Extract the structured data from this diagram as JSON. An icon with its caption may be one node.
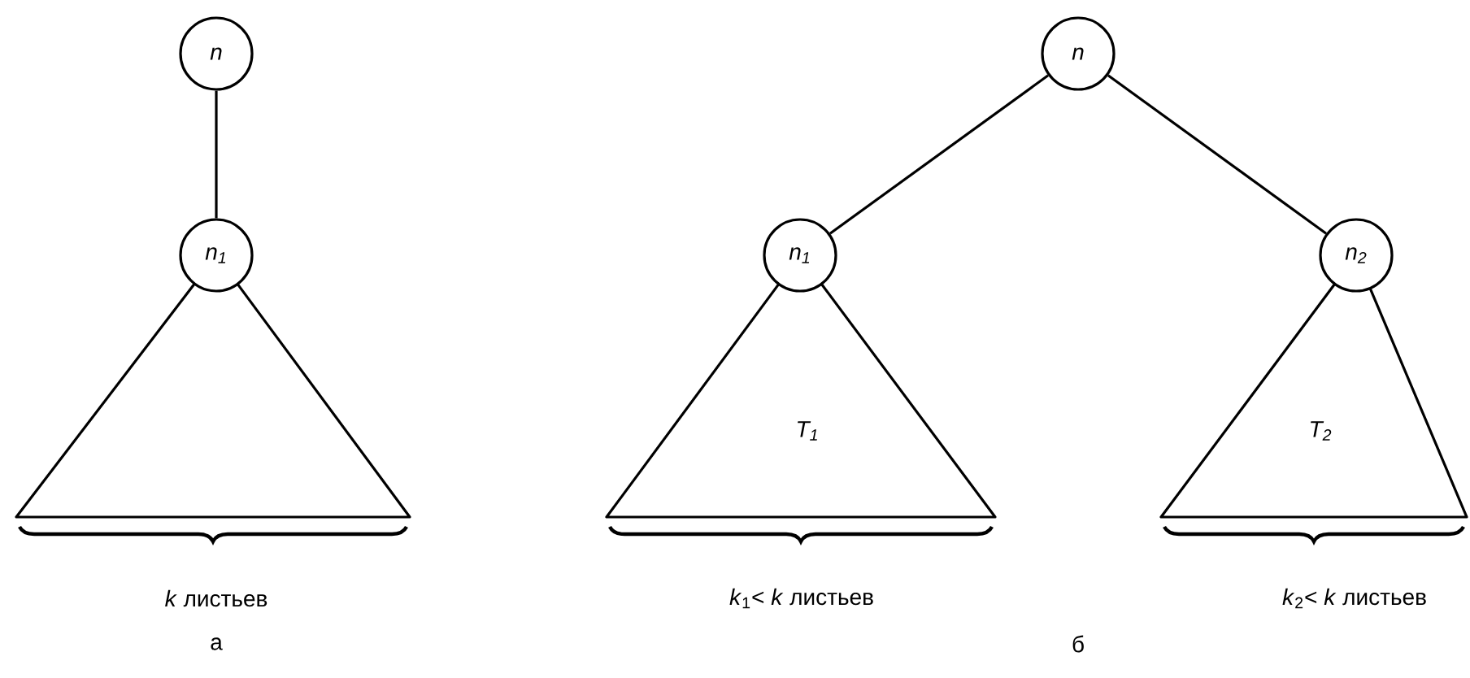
{
  "diagram": {
    "nodes": [
      {
        "text": [
          "n"
        ]
      },
      {
        "text": [
          "*n*$_{1}$"
        ]
      },
      {
        "text": [],
        "shape": "triangle"
      },
      {
        "text": [
          "n"
        ]
      },
      {
        "text": [
          "*n*$_{1}$"
        ]
      },
      {
        "text": [
          "*T*$_{1}$"
        ]
      },
      {
        "text": [
          "*n*$_{2}$"
        ]
      },
      {
        "text": [
          "*T*$_{2}$"
        ]
      }
    ],
    "edges": [
      {
        "from": 0,
        "to": 1,
        "arrow": "none"
      },
      {
        "from": 3,
        "to": 4,
        "arrow": "none"
      },
      {
        "from": 3,
        "to": 6,
        "arrow": "none"
      }
    ],
    "labels": [
      "*k* листьев",
      "а",
      "*k*$_{1}$< *k* листьев",
      "б",
      "*k*$_{2}$< *k* листьев"
    ]
  }
}
